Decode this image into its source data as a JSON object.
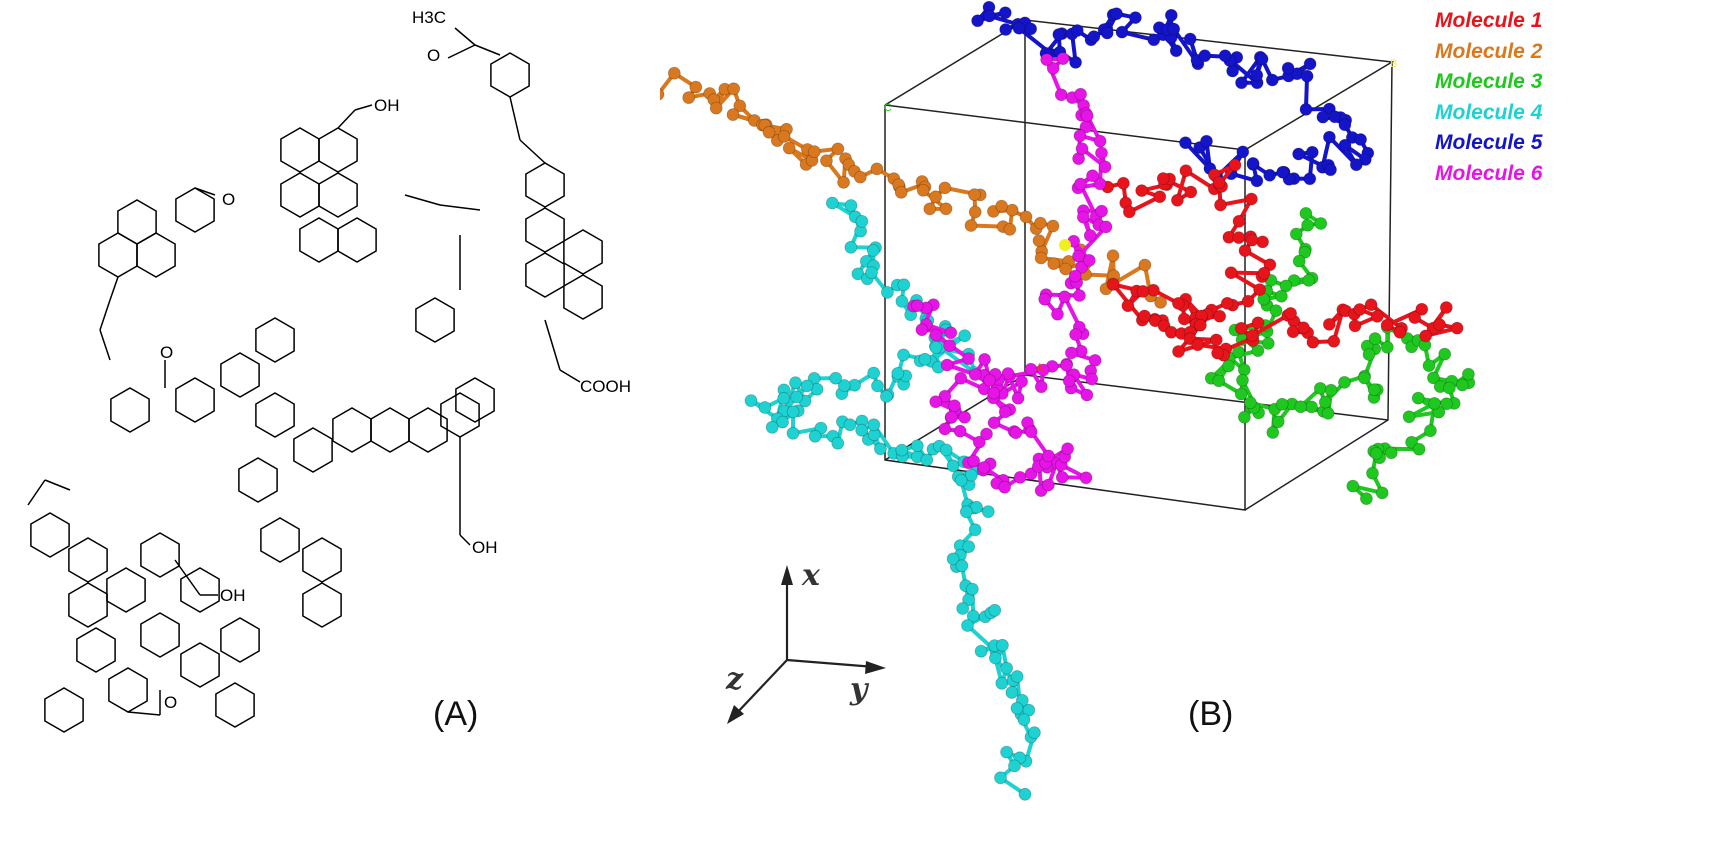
{
  "panel_a": {
    "label": "(A)",
    "atom_labels": [
      {
        "id": "h3c",
        "text": "H3C"
      },
      {
        "id": "o_acetyl",
        "text": "O"
      },
      {
        "id": "oh_pyrene",
        "text": "OH"
      },
      {
        "id": "o_aldehyde",
        "text": "O"
      },
      {
        "id": "o_ketone_top",
        "text": "O"
      },
      {
        "id": "cooh",
        "text": "COOH"
      },
      {
        "id": "oh_mid",
        "text": "OH"
      },
      {
        "id": "oh_lower",
        "text": "OH"
      },
      {
        "id": "o_ketone_bottom",
        "text": "O"
      }
    ]
  },
  "panel_b": {
    "label": "(B)",
    "legend": [
      {
        "text": "Molecule 1",
        "color": "#e8141c"
      },
      {
        "text": "Molecule 2",
        "color": "#d9781e"
      },
      {
        "text": "Molecule 3",
        "color": "#1ec81e"
      },
      {
        "text": "Molecule 4",
        "color": "#1ed2d2"
      },
      {
        "text": "Molecule 5",
        "color": "#1414c8"
      },
      {
        "text": "Molecule 6",
        "color": "#e614e6"
      }
    ],
    "box_corners": {
      "c": "C",
      "b": "B",
      "a": "A"
    },
    "axes": {
      "x": "x",
      "y": "y",
      "z": "z"
    }
  }
}
